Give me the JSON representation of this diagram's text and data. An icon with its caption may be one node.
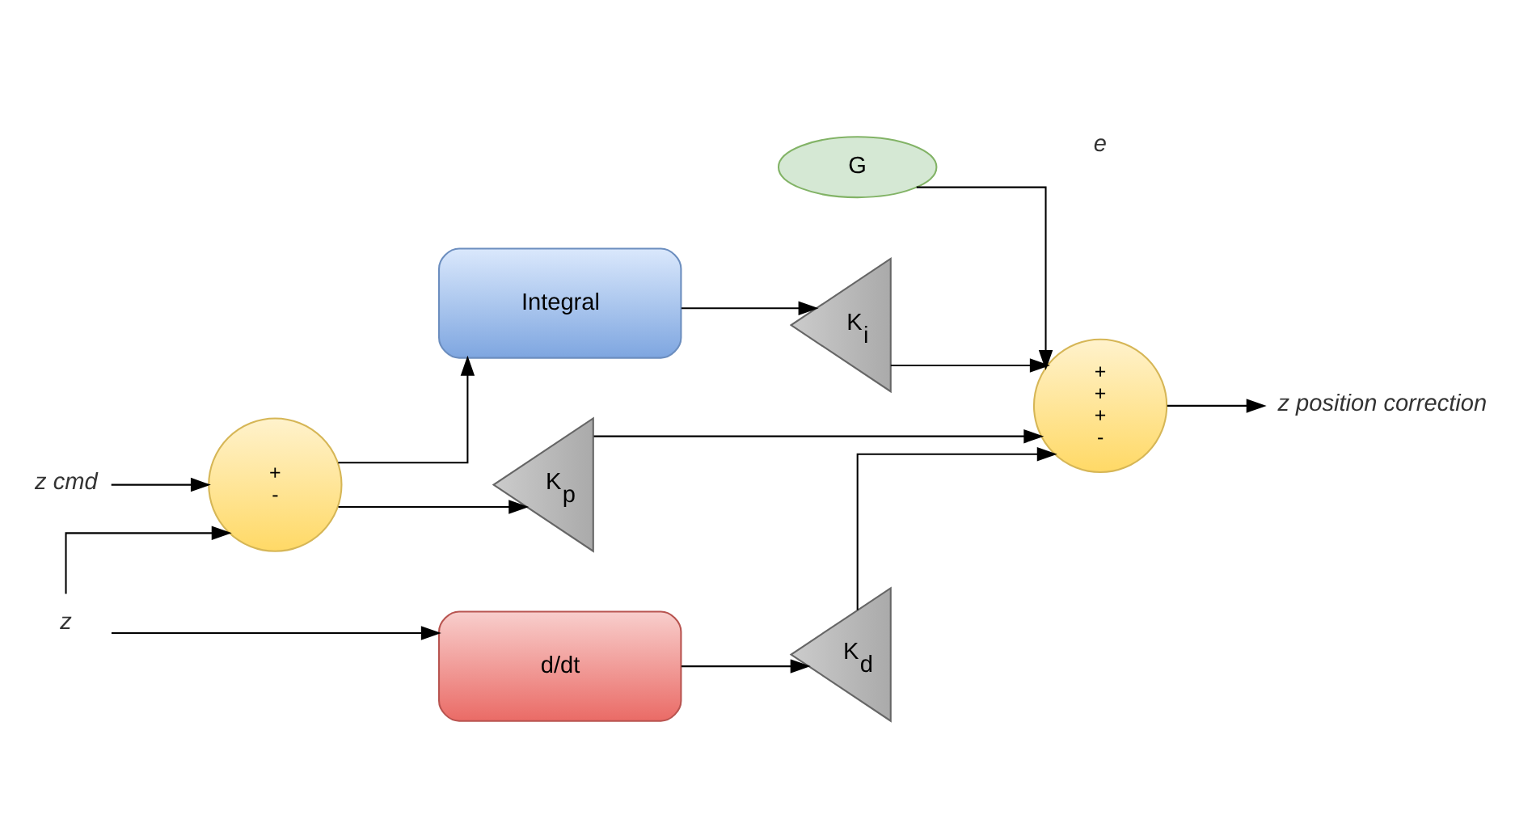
{
  "diagram": {
    "nodes": [
      {
        "text": [
          "G"
        ]
      },
      {
        "text": [
          "z cmd"
        ]
      },
      {
        "text": [
          "Integral"
        ]
      },
      {
        "text": [
          "K$_{i}$"
        ]
      },
      {
        "text": [
          "z"
        ]
      },
      {
        "text": [
          "+",
          "-"
        ]
      },
      {
        "text": [
          "K$_{p}$"
        ]
      },
      {
        "text": [
          "+",
          "+",
          "+",
          "-"
        ]
      },
      {
        "text": [
          "z position correction"
        ]
      },
      {
        "text": [
          "d/dt"
        ]
      },
      {
        "text": [
          "K$_{d}$"
        ]
      }
    ],
    "edges": [
      {
        "from": 1,
        "to": 5,
        "arrow": "to"
      },
      {
        "from": 4,
        "to": 5,
        "arrow": "to"
      },
      {
        "from": 5,
        "to": 2,
        "arrow": "to"
      },
      {
        "from": 5,
        "to": 6,
        "arrow": "to"
      },
      {
        "from": 4,
        "to": 9,
        "arrow": "to"
      },
      {
        "from": 2,
        "to": 3,
        "arrow": "to"
      },
      {
        "from": 3,
        "to": 7,
        "arrow": "to"
      },
      {
        "from": 6,
        "to": 7,
        "arrow": "to"
      },
      {
        "from": 9,
        "to": 10,
        "arrow": "to"
      },
      {
        "from": 10,
        "to": 7,
        "arrow": "to"
      },
      {
        "from": 0,
        "to": 7,
        "arrow": "to"
      },
      {
        "from": 7,
        "to": 8,
        "arrow": "to"
      }
    ],
    "labels": [
      "e"
    ]
  }
}
